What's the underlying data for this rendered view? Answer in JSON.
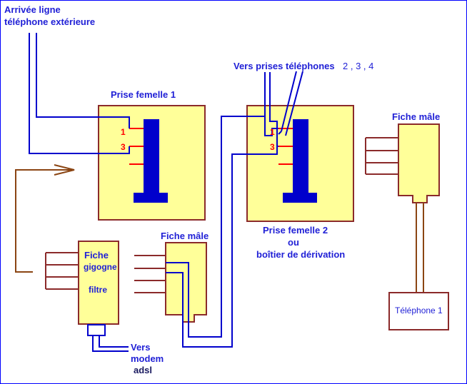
{
  "header": {
    "line1": "Arrivée ligne",
    "line2": "téléphone extérieure"
  },
  "vers_prises": {
    "text": "Vers prises téléphones",
    "numbers": "2 , 3 , 4"
  },
  "prise1": {
    "label": "Prise femelle 1",
    "pin1": "1",
    "pin3": "3"
  },
  "prise2": {
    "label": "Prise femelle 2",
    "ou": "ou",
    "boitier": "boîtier de dérivation",
    "pin1": "1",
    "pin3": "3"
  },
  "fiche_male_center": {
    "label": "Fiche mâle"
  },
  "fiche_male_right": {
    "label": "Fiche mâle"
  },
  "fiche_gigogne": {
    "line1": "Fiche",
    "line2": "gigogne",
    "line3": "filtre"
  },
  "modem": {
    "line1": "Vers",
    "line2": "modem",
    "line3": "adsl"
  },
  "telephone": {
    "label": "Téléphone 1"
  },
  "colors": {
    "box_fill": "#ffff99",
    "box_border": "#8b2a2a",
    "wire_blue": "#0000cc",
    "wire_brown": "#8b4513",
    "pin_red": "#ff0000",
    "text_blue": "#1f1fd6"
  }
}
